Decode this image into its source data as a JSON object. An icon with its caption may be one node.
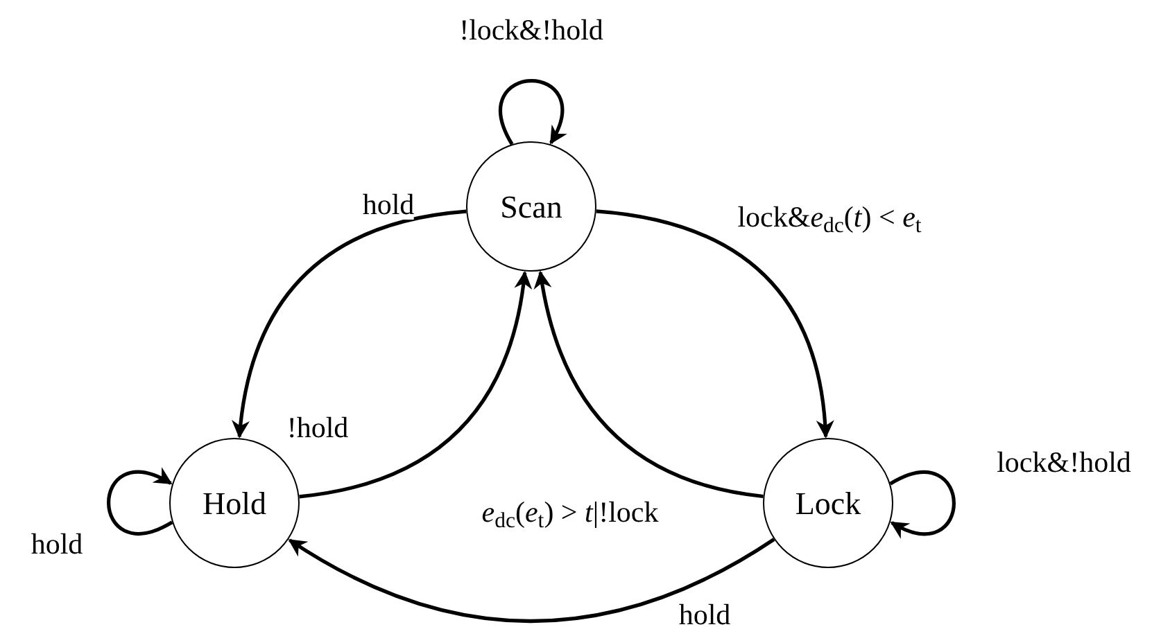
{
  "diagram": {
    "nodes": [
      {
        "text": [
          "Scan"
        ]
      },
      {
        "text": [
          "Hold"
        ]
      },
      {
        "text": [
          "Lock"
        ]
      }
    ],
    "edges": [
      {
        "from": 0,
        "to": 0,
        "arrow": "to",
        "label": "!lock&!hold"
      },
      {
        "from": 0,
        "to": 1,
        "arrow": "to",
        "label": "hold"
      },
      {
        "from": 1,
        "to": 0,
        "arrow": "to",
        "label": "!hold"
      },
      {
        "from": 0,
        "to": 2,
        "arrow": "to",
        "label": "lock&*e*$_{dc}$(*t*) < *e*$_{t}$"
      },
      {
        "from": 2,
        "to": 0,
        "arrow": "to",
        "label": "*e*$_{dc}$(*e*$_{t}$) > *t*|!lock"
      },
      {
        "from": 2,
        "to": 2,
        "arrow": "to",
        "label": "lock&!hold"
      },
      {
        "from": 2,
        "to": 1,
        "arrow": "to",
        "label": "hold"
      },
      {
        "from": 1,
        "to": 1,
        "arrow": "to",
        "label": "hold"
      }
    ]
  }
}
